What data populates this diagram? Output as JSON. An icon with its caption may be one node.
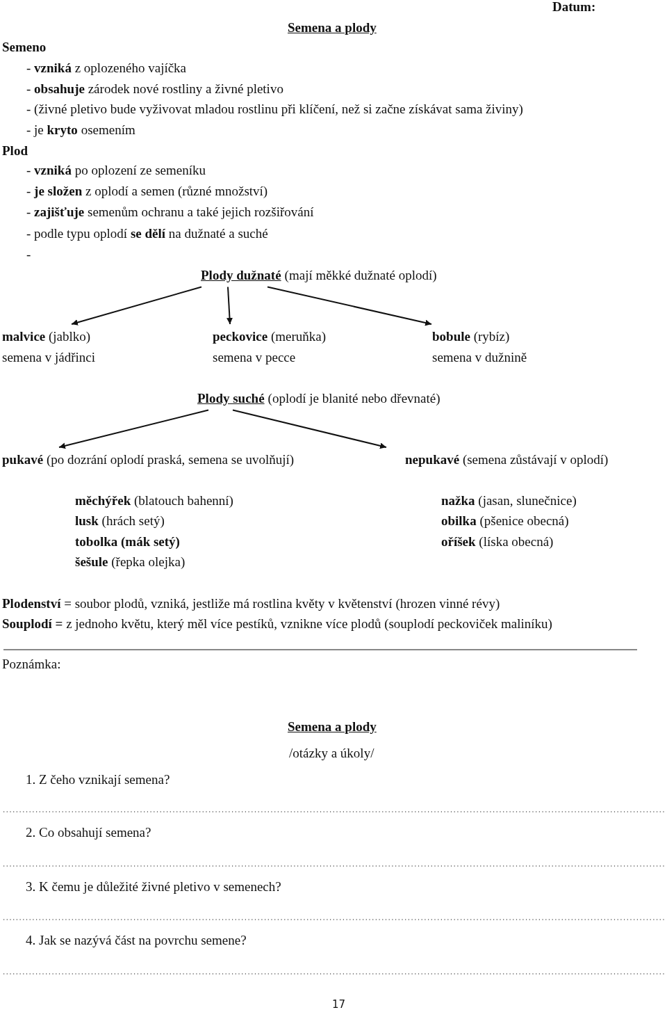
{
  "diagram": {
    "title": "Semena a plody",
    "nodes": [
      {
        "text": [
          "Plody dužnaté",
          "(mají měkké dužnaté oplodí)"
        ]
      },
      {
        "text": [
          "**malvice** (jablko)",
          "semena v jádřinci"
        ]
      },
      {
        "text": [
          "**peckovice** (meruňka)",
          "semena v pecce"
        ]
      },
      {
        "text": [
          "**bobule** (rybíz)",
          "semena v dužnině"
        ]
      },
      {
        "text": [
          "Plody suché",
          "(oplodí je blanité nebo dřevnaté)"
        ]
      },
      {
        "text": [
          "**pukavé** (po dozrání oplodí praská, semena se uvolňují)"
        ]
      },
      {
        "text": [
          "**nepukavé** (semena zůstávají v oplodí)"
        ]
      }
    ],
    "edges": [
      {
        "from": 0,
        "to": 1,
        "arrow": "to"
      },
      {
        "from": 0,
        "to": 2,
        "arrow": "to"
      },
      {
        "from": 0,
        "to": 3,
        "arrow": "to"
      },
      {
        "from": 4,
        "to": 5,
        "arrow": "to"
      },
      {
        "from": 4,
        "to": 6,
        "arrow": "to"
      }
    ],
    "labels": [
      "Datum:",
      "Semeno",
      "- **vzniká** z oplozeného vajíčka",
      "- **obsahuje** zárodek nové rostliny a živné pletivo",
      "- (živné pletivo bude vyživovat mladou rostlinu při klíčení, než si začne získávat sama živiny)",
      "- je **kryto** osemením",
      "Plod",
      "- **vzniká** po oplození ze semeníku",
      "- **je složen** z oplodí a semen (různé množství)",
      "- **zajišťuje** semenům ochranu a také jejich rozšiřování",
      "- podle typu oplodí **se dělí** na dužnaté a suché",
      "-",
      "**měchýřek** (blatouch bahenní)",
      "**lusk** (hrách setý)",
      "tobolka (mák setý)",
      "**šešule** (řepka olejka)",
      "**nažka** (jasan, slunečnice)",
      "**obilka** (pšenice obecná)",
      "**oříšek** (líska obecná)",
      "**Plodenství** = soubor plodů, vzniká, jestliže má rostlina květy v květenství (hrozen vinné révy)",
      "**Souplodí =** z jednoho květu, který měl více pestíků, vznikne více plodů (souplodí peckoviček maliníku)",
      "Poznámka:",
      "Semena a plody",
      "/otázky a úkoly/",
      "1. Z čeho vznikají semena?",
      "2. Co obsahují semena?",
      "3. K čemu je důležité živné pletivo v semenech?",
      "4. Jak se nazývá část na povrchu semene?",
      "17"
    ]
  }
}
